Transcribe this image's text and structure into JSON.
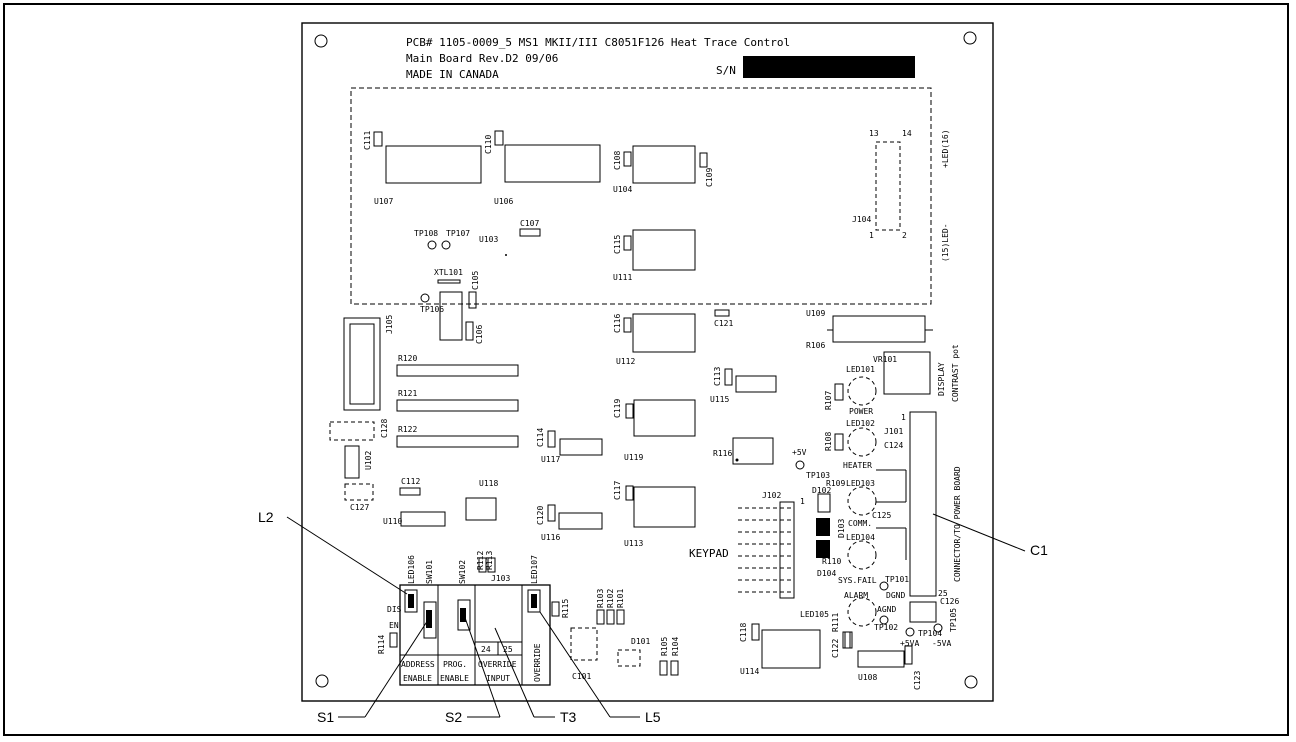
{
  "board": {
    "header_line1": "PCB# 1105-0009_5 MS1 MKII/III C8051F126 Heat Trace Control",
    "header_line2": "Main Board Rev.D2 09/06",
    "header_line3": "MADE IN CANADA",
    "serial_label": "S/N",
    "keypad_label": "KEYPAD",
    "display_label": "DISPLAY",
    "contrast_label": "CONTRAST pot",
    "connector_label": "CONNECTOR/TO POWER BOARD",
    "led_top_label": "+LED(16)",
    "led_bottom_label": "(15)LED-",
    "power": "POWER",
    "heater": "HEATER",
    "comm": "COMM.",
    "sysfail": "SYS.FAIL",
    "alarm": "ALARM",
    "dis": "DIS",
    "en": "EN",
    "address": "ADDRESS",
    "prog": "PROG.",
    "enable1": "ENABLE",
    "enable2": "ENABLE",
    "override": "OVERRIDE",
    "override2": "OVERRIDE",
    "input": "INPUT",
    "pin24": "24",
    "pin25": "25",
    "plus5v": "+5V",
    "agnd": "AGND",
    "dgnd": "DGND",
    "p5va": "+5VA",
    "m5va": "-5VA",
    "j104_13": "13",
    "j104_14": "14",
    "j104_1": "1",
    "j104_2": "2"
  },
  "callouts": {
    "L2": "L2",
    "C1": "C1",
    "S1": "S1",
    "S2": "S2",
    "T3": "T3",
    "L5": "L5"
  },
  "refdes": {
    "C111": "C111",
    "C110": "C110",
    "C108": "C108",
    "C109": "C109",
    "U107": "U107",
    "U106": "U106",
    "U104": "U104",
    "J104": "J104",
    "TP108": "TP108",
    "TP107": "TP107",
    "U103": "U103",
    "C107": "C107",
    "C115": "C115",
    "U111": "U111",
    "XTL101": "XTL101",
    "C105": "C105",
    "TP106": "TP106",
    "C106": "C106",
    "J105": "J105",
    "C116": "C116",
    "C121": "C121",
    "U109": "U109",
    "R106": "R106",
    "U112": "U112",
    "R120": "R120",
    "R121": "R121",
    "R122": "R122",
    "VR101": "VR101",
    "LED101": "LED101",
    "R107": "R107",
    "C113": "C113",
    "U115": "U115",
    "C119": "C119",
    "C128": "C128",
    "U102": "U102",
    "C114": "C114",
    "U117": "U117",
    "U119": "U119",
    "R108": "R108",
    "LED102": "LED102",
    "J101": "J101",
    "C124": "C124",
    "R116": "R116",
    "TP103": "TP103",
    "C112": "C112",
    "U118": "U118",
    "C127": "C127",
    "C117": "C117",
    "R109": "R109",
    "LED103": "LED103",
    "D102": "D102",
    "J102": "J102",
    "U110": "U110",
    "C120": "C120",
    "U116": "U116",
    "U113": "U113",
    "C125": "C125",
    "D103": "D103",
    "LED104": "LED104",
    "R110": "R110",
    "D104": "D104",
    "TP101": "TP101",
    "LED106": "LED106",
    "SW101": "SW101",
    "SW102": "SW102",
    "R112": "R112",
    "R113": "R113",
    "J103": "J103",
    "LED107": "LED107",
    "R115": "R115",
    "R103": "R103",
    "R102": "R102",
    "R101": "R101",
    "D101": "D101",
    "R114": "R114",
    "C101": "C101",
    "R105": "R105",
    "R104": "R104",
    "C118": "C118",
    "U114": "U114",
    "LED105": "LED105",
    "R111": "R111",
    "C122": "C122",
    "TP102": "TP102",
    "C126": "C126",
    "TP105": "TP105",
    "TP104": "TP104",
    "U108": "U108",
    "C123": "C123"
  },
  "colors": {
    "line": "#000000",
    "background": "#ffffff",
    "redaction": "#000000"
  }
}
